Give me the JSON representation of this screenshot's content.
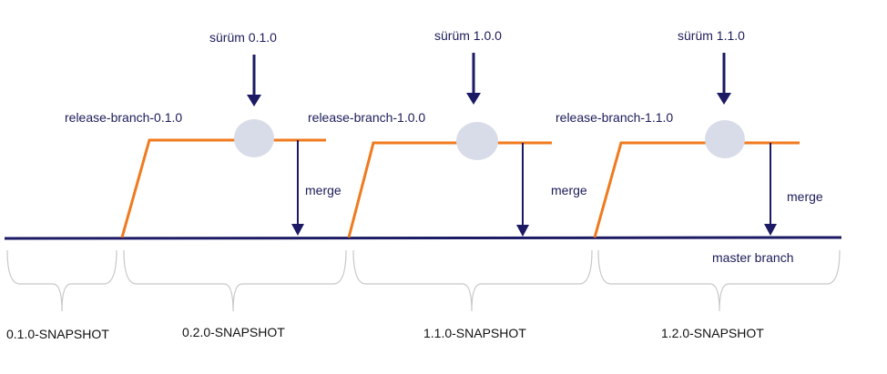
{
  "colors": {
    "master_line": "#1c1a64",
    "release_line": "#f07a1e",
    "version_dot": "#d8dce8",
    "arrow": "#1c1a64",
    "brace": "#c8c8c8",
    "text": "#1c1c5a"
  },
  "releases": [
    {
      "version_label": "sürüm  0.1.0",
      "branch_label": "release-branch-0.1.0",
      "merge_label": "merge"
    },
    {
      "version_label": "sürüm  1.0.0",
      "branch_label": "release-branch-1.0.0",
      "merge_label": "merge"
    },
    {
      "version_label": "sürüm  1.1.0",
      "branch_label": "release-branch-1.1.0",
      "merge_label": "merge"
    }
  ],
  "master_label": "master branch",
  "snapshots": [
    "0.1.0-SNAPSHOT",
    "0.2.0-SNAPSHOT",
    "1.1.0-SNAPSHOT",
    "1.2.0-SNAPSHOT"
  ]
}
